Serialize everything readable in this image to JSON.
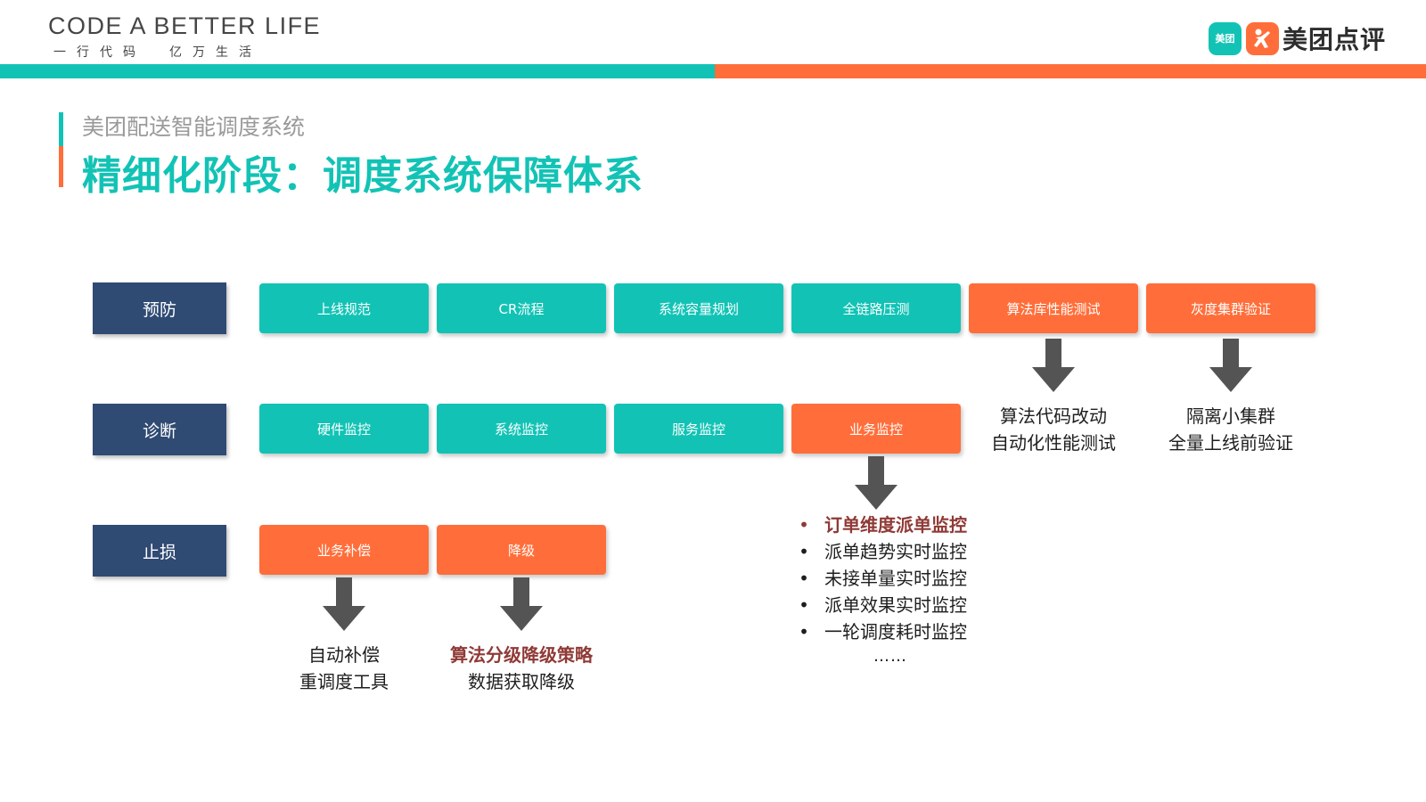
{
  "header": {
    "brand_title": "CODE A BETTER LIFE",
    "brand_sub_left": [
      "一",
      "行",
      "代",
      "码"
    ],
    "brand_sub_right": [
      "亿",
      "万",
      "生",
      "活"
    ],
    "logo_small": "美团",
    "logo_text": "美团点评"
  },
  "colors": {
    "teal": "#12c3b5",
    "orange": "#ff6e3a",
    "navy": "#2f4a73",
    "highlight": "#8f3a36"
  },
  "title": {
    "subtitle": "美团配送智能调度系统",
    "main": "精细化阶段：调度系统保障体系"
  },
  "rows": {
    "prevention": {
      "label": "预防",
      "boxes": [
        "上线规范",
        "CR流程",
        "系统容量规划",
        "全链路压测",
        "算法库性能测试",
        "灰度集群验证"
      ]
    },
    "diagnosis": {
      "label": "诊断",
      "boxes": [
        "硬件监控",
        "系统监控",
        "服务监控",
        "业务监控"
      ]
    },
    "mitigation": {
      "label": "止损",
      "boxes": [
        "业务补偿",
        "降级"
      ]
    }
  },
  "notes": {
    "algo_test": {
      "line1": "算法代码改动",
      "line2": "自动化性能测试"
    },
    "gray_cluster": {
      "line1": "隔离小集群",
      "line2": "全量上线前验证"
    },
    "biz_monitor": {
      "items": [
        "订单维度派单监控",
        "派单趋势实时监控",
        "未接单量实时监控",
        "派单效果实时监控",
        "一轮调度耗时监控"
      ],
      "more": "……"
    },
    "compensation": {
      "line1": "自动补偿",
      "line2": "重调度工具"
    },
    "degrade": {
      "line1": "算法分级降级策略",
      "line2": "数据获取降级"
    }
  }
}
